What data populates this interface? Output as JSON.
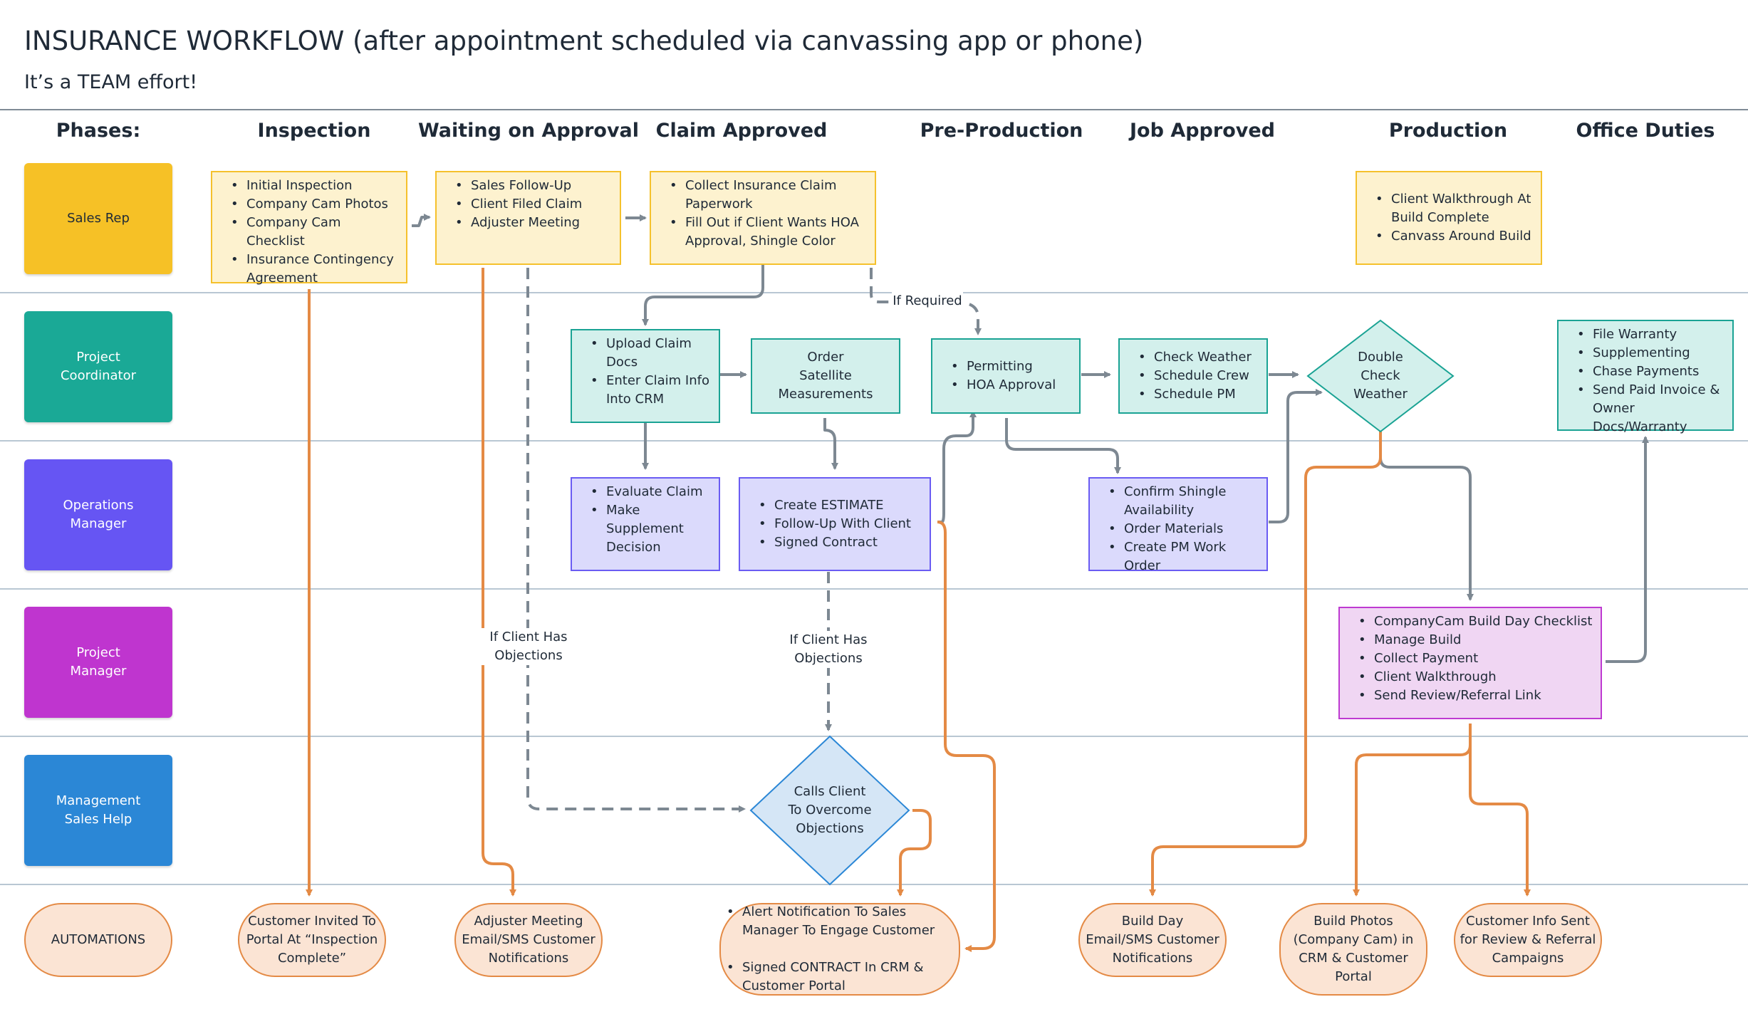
{
  "title": "INSURANCE WORKFLOW  (after appointment scheduled via canvassing app or phone)",
  "subtitle": "It’s a TEAM effort!",
  "phases": {
    "label": "Phases:",
    "inspection": "Inspection",
    "waiting": "Waiting on Approval",
    "claim_approved": "Claim Approved",
    "pre_production": "Pre-Production",
    "job_approved": "Job Approved",
    "production": "Production",
    "office": "Office Duties"
  },
  "roles": {
    "sales_rep": "Sales Rep",
    "project_coordinator": "Project\nCoordinator",
    "operations_manager": "Operations\nManager",
    "project_manager": "Project\nManager",
    "management_sales_help": "Management\nSales Help",
    "automations": "AUTOMATIONS"
  },
  "boxes": {
    "initial_inspection": [
      "Initial Inspection",
      "Company Cam Photos",
      "Company Cam Checklist",
      "Insurance Contingency Agreement"
    ],
    "sales_followup": [
      "Sales Follow-Up",
      "Client Filed Claim",
      "Adjuster Meeting"
    ],
    "collect_claim": [
      "Collect Insurance Claim Paperwork",
      "Fill Out if Client Wants HOA Approval, Shingle Color"
    ],
    "client_walkthrough": [
      "Client Walkthrough At Build Complete",
      "Canvass Around Build"
    ],
    "upload_claim": [
      "Upload Claim Docs",
      "Enter Claim Info Into CRM"
    ],
    "order_satellite": "Order\nSatellite\nMeasurements",
    "permitting": [
      "Permitting",
      "HOA Approval"
    ],
    "check_weather": [
      "Check Weather",
      "Schedule Crew",
      "Schedule PM"
    ],
    "double_check": "Double\nCheck\nWeather",
    "file_warranty": [
      "File Warranty",
      "Supplementing",
      "Chase Payments",
      "Send Paid Invoice & Owner Docs/Warranty"
    ],
    "evaluate_claim": [
      "Evaluate Claim",
      "Make Supplement Decision"
    ],
    "create_estimate": [
      "Create ESTIMATE",
      "Follow-Up With Client",
      "Signed Contract"
    ],
    "confirm_shingle": [
      "Confirm Shingle Availability",
      "Order Materials",
      "Create PM Work Order"
    ],
    "companycam_build": [
      "CompanyCam Build Day Checklist",
      "Manage Build",
      "Collect Payment",
      "Client Walkthrough",
      "Send Review/Referral Link"
    ],
    "calls_client": "Calls Client\nTo Overcome\nObjections"
  },
  "automations": {
    "customer_invited": "Customer Invited To\nPortal At “Inspection\nComplete”",
    "adjuster_meeting": "Adjuster Meeting\nEmail/SMS Customer\nNotifications",
    "alert_notification": [
      "Alert Notification To Sales Manager To Engage Customer",
      "Signed CONTRACT In CRM & Customer Portal"
    ],
    "build_day": "Build Day\nEmail/SMS Customer\nNotifications",
    "build_photos": "Build Photos\n(Company Cam) in\nCRM & Customer\nPortal",
    "customer_info": "Customer Info Sent\nfor Review & Referral\nCampaigns"
  },
  "labels": {
    "if_required": "If Required",
    "objections_1": "If Client Has\nObjections",
    "objections_2": "If Client Has\nObjections"
  },
  "colors": {
    "sales_rep": "#f6c126",
    "project_coordinator": "#1aa996",
    "operations_manager": "#6655f3",
    "project_manager": "#bf35cf",
    "management_sales_help": "#2b87d6",
    "automation_fill": "#fbe4d4",
    "automation_line": "#e48a45",
    "flow_line": "#7d8892"
  }
}
